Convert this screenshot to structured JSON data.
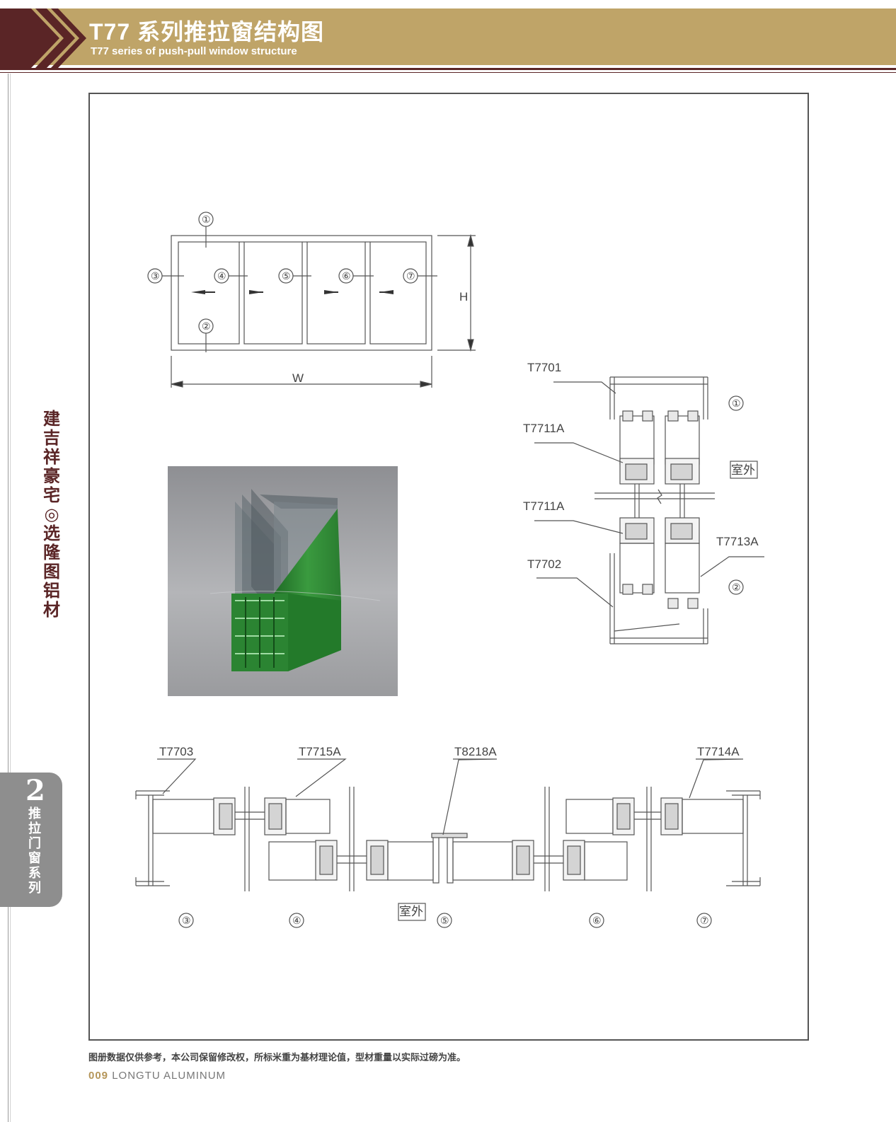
{
  "header": {
    "title_cn": "T77 系列推拉窗结构图",
    "title_en": "T77 series of push-pull window structure"
  },
  "sidebar": {
    "brand_chars": [
      "建",
      "吉",
      "祥",
      "豪",
      "宅",
      "◎",
      "选",
      "隆",
      "图",
      "铝",
      "材"
    ],
    "tab_number": "2",
    "tab_chars": [
      "推",
      "拉",
      "门",
      "窗",
      "系",
      "列"
    ]
  },
  "elevation": {
    "width_label": "W",
    "height_label": "H",
    "markers": [
      "①",
      "②",
      "③",
      "④",
      "⑤",
      "⑥",
      "⑦"
    ]
  },
  "vertical_section": {
    "parts": [
      "T7701",
      "T7711A",
      "T7711A",
      "T7702",
      "T7713A"
    ],
    "outdoor_label": "室外",
    "markers": [
      "①",
      "②"
    ]
  },
  "horizontal_section": {
    "parts": [
      "T7703",
      "T7715A",
      "T8218A",
      "T7714A"
    ],
    "outdoor_label": "室外",
    "markers": [
      "③",
      "④",
      "⑤",
      "⑥",
      "⑦"
    ]
  },
  "colors": {
    "header_band": "#bfa468",
    "brand_maroon": "#5a2526",
    "profile_green": "#2f8a35",
    "tab_gray": "#8e8e8e"
  },
  "footer": {
    "note": "图册数据仅供参考，本公司保留修改权，所标米重为基材理论值，型材重量以实际过磅为准。",
    "page_number": "009",
    "company": "LONGTU ALUMINUM"
  }
}
